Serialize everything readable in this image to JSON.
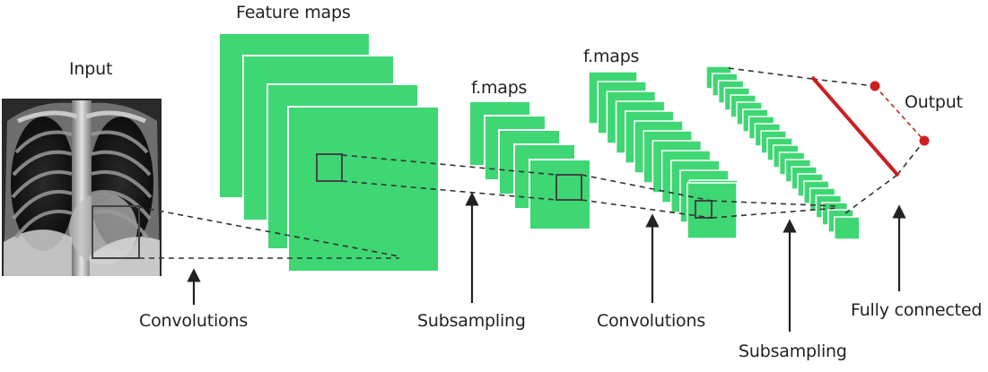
{
  "labels": {
    "input": "Input",
    "feature_maps": "Feature maps",
    "f_maps_1": "f.maps",
    "f_maps_2": "f.maps",
    "output": "Output",
    "convolutions_1": "Convolutions",
    "subsampling_1": "Subsampling",
    "convolutions_2": "Convolutions",
    "subsampling_2": "Subsampling",
    "fully_connected": "Fully connected"
  },
  "colors": {
    "map_fill": "#3ed774",
    "map_edge": "#ffffff",
    "line": "#333333",
    "output_layer": "#cc1f1f",
    "xray_dark": "#0c0c0c",
    "xray_light": "#d8d8d8"
  }
}
